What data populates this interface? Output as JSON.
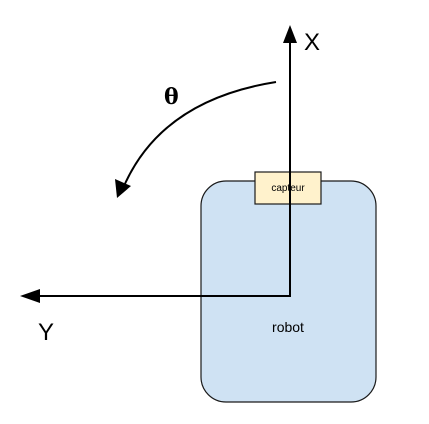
{
  "diagram": {
    "axis_x_label": "X",
    "axis_y_label": "Y",
    "rotation_label": "θ",
    "robot_label": "robot",
    "sensor_label": "capteur"
  },
  "colors": {
    "robot_fill": "#cfe2f3",
    "sensor_fill": "#fff2cc",
    "stroke": "#000000"
  }
}
